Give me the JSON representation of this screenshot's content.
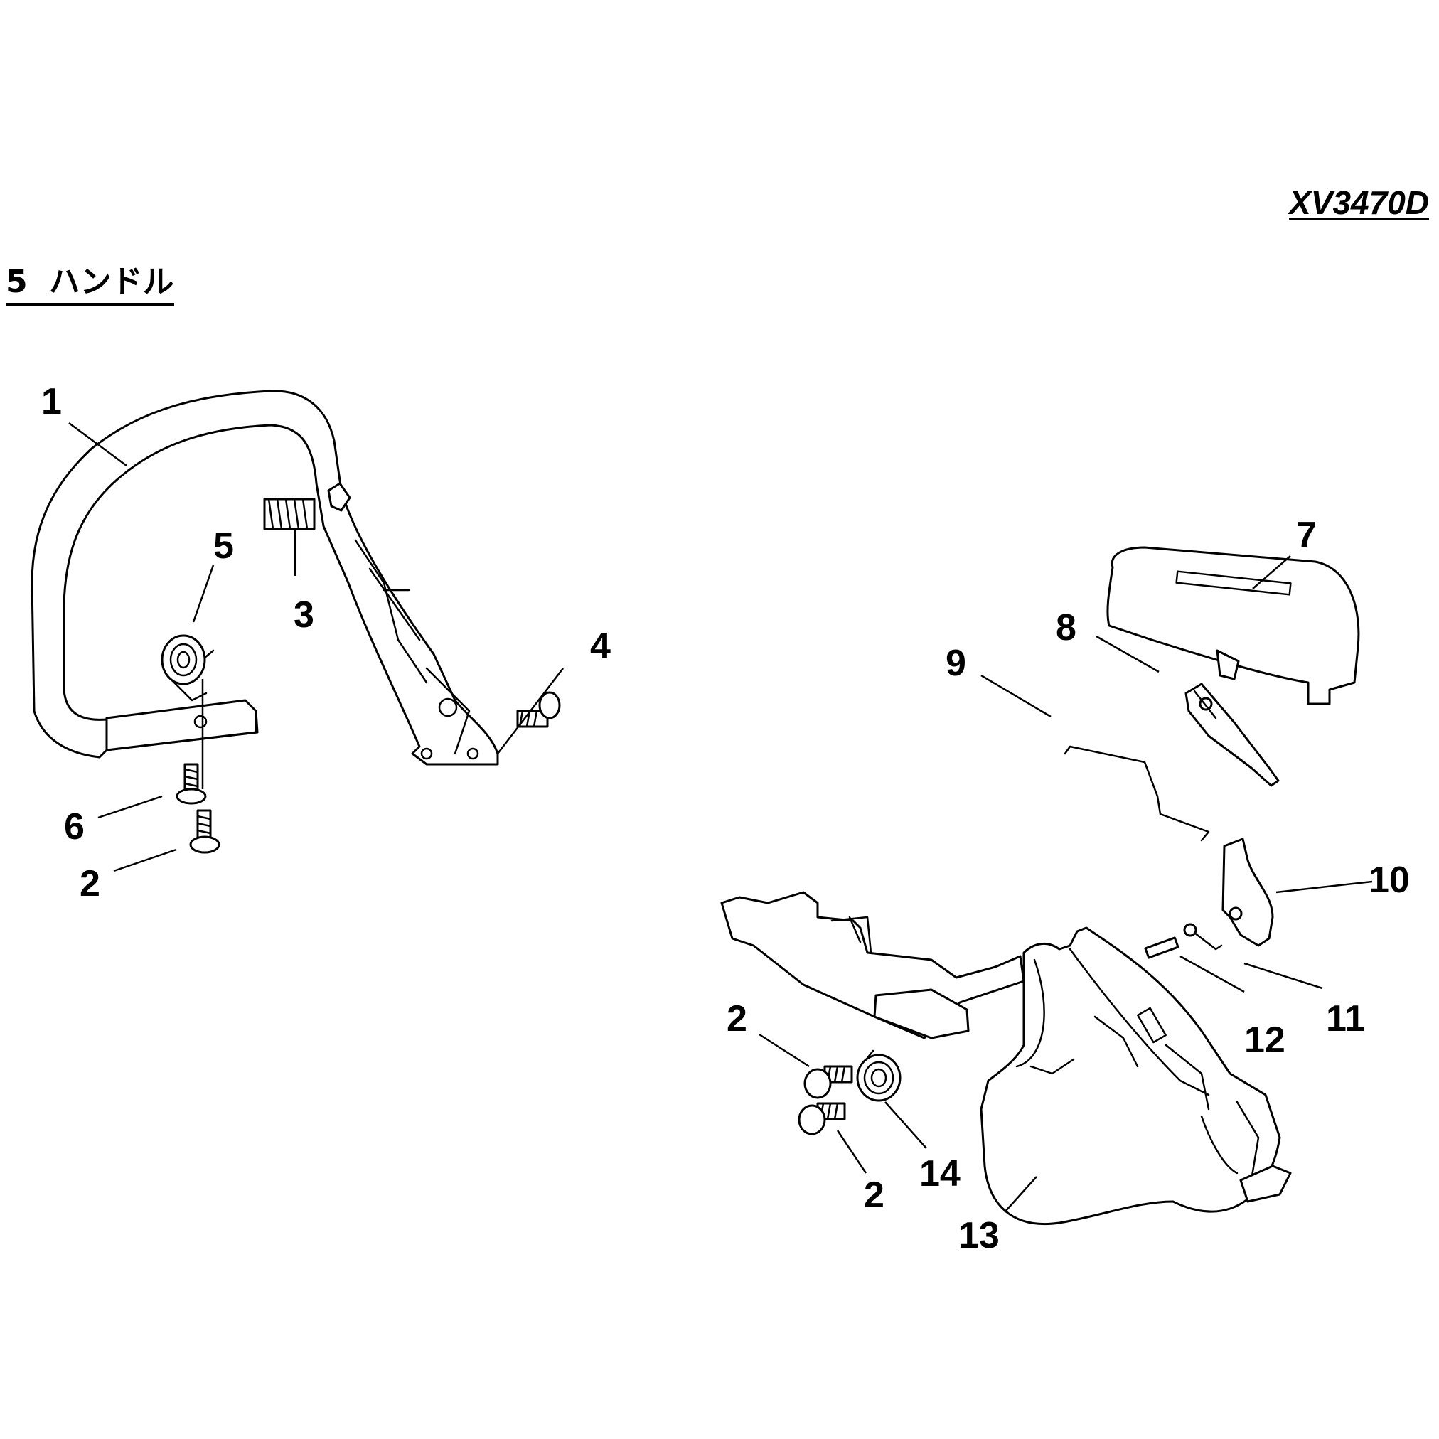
{
  "header": {
    "model_code": "XV3470D",
    "section_number": "5",
    "section_title": "ハンドル"
  },
  "callouts": [
    {
      "id": "c1",
      "label": "1"
    },
    {
      "id": "c2a",
      "label": "2"
    },
    {
      "id": "c3",
      "label": "3"
    },
    {
      "id": "c4",
      "label": "4"
    },
    {
      "id": "c5",
      "label": "5"
    },
    {
      "id": "c6",
      "label": "6"
    },
    {
      "id": "c7",
      "label": "7"
    },
    {
      "id": "c8",
      "label": "8"
    },
    {
      "id": "c9",
      "label": "9"
    },
    {
      "id": "c10",
      "label": "10"
    },
    {
      "id": "c11",
      "label": "11"
    },
    {
      "id": "c12",
      "label": "12"
    },
    {
      "id": "c2b",
      "label": "2"
    },
    {
      "id": "c2c",
      "label": "2"
    },
    {
      "id": "c14",
      "label": "14"
    },
    {
      "id": "c13",
      "label": "13"
    }
  ]
}
